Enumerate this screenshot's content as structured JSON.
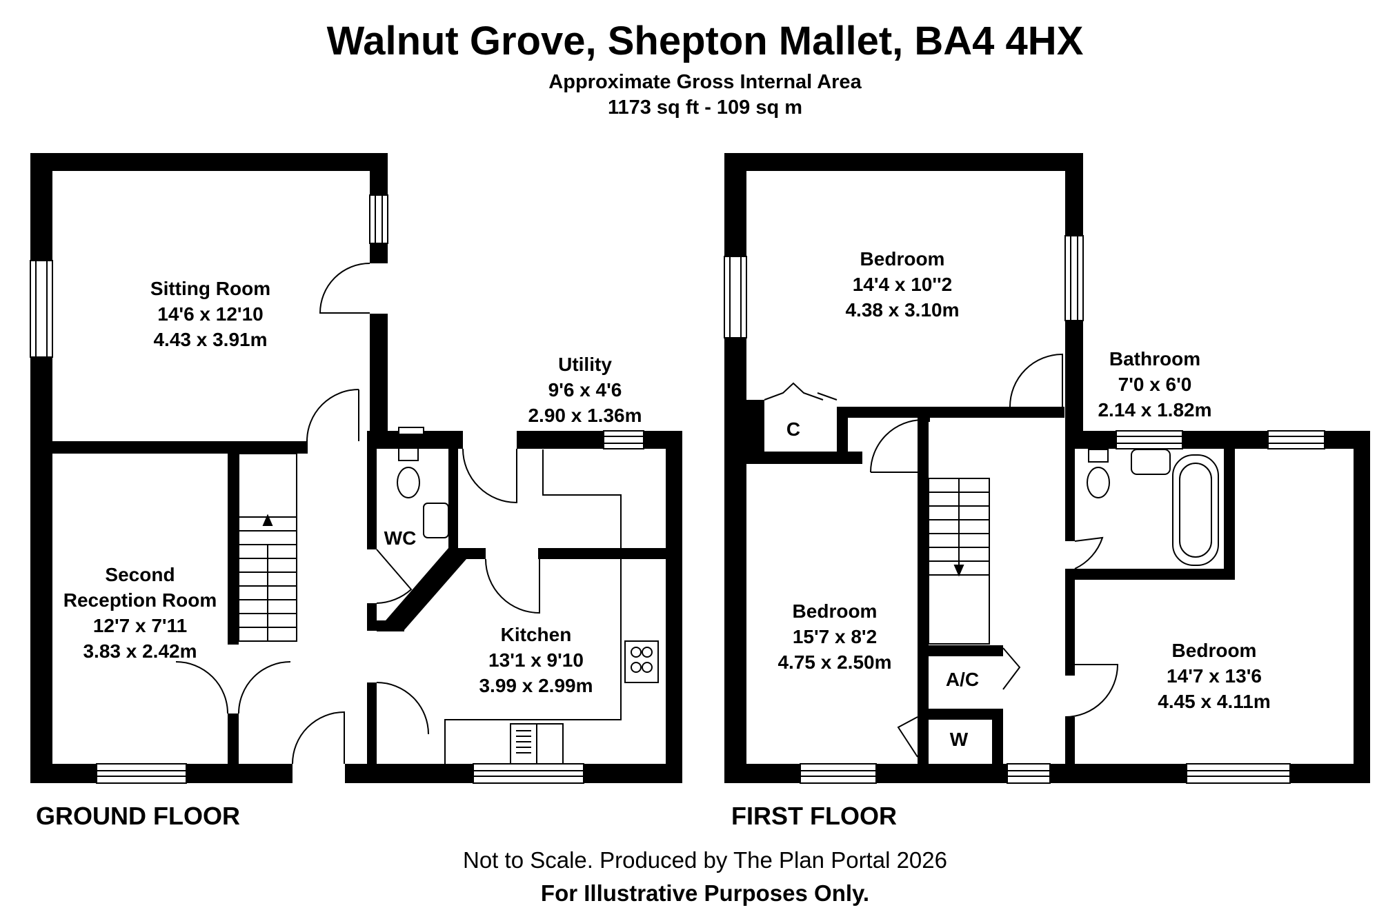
{
  "header": {
    "title": "Walnut Grove, Shepton Mallet, BA4 4HX",
    "area_caption": "Approximate Gross Internal Area",
    "area_value": "1173 sq ft - 109 sq m"
  },
  "floors": [
    {
      "label": "GROUND FLOOR",
      "rooms": [
        {
          "name": "Sitting Room",
          "imperial": "14'6 x 12'10",
          "metric": "4.43 x 3.91m"
        },
        {
          "name": "Utility",
          "imperial": "9'6 x 4'6",
          "metric": "2.90 x 1.36m"
        },
        {
          "name": "WC"
        },
        {
          "name_line1": "Second",
          "name_line2": "Reception Room",
          "imperial": "12'7 x 7'11",
          "metric": "3.83 x 2.42m"
        },
        {
          "name": "Kitchen",
          "imperial": "13'1 x 9'10",
          "metric": "3.99 x 2.99m"
        }
      ]
    },
    {
      "label": "FIRST FLOOR",
      "rooms": [
        {
          "name": "Bedroom",
          "imperial": "14'4 x 10''2",
          "metric": "4.38 x 3.10m"
        },
        {
          "name": "Bathroom",
          "imperial": "7'0 x 6'0",
          "metric": "2.14 x 1.82m"
        },
        {
          "name": "C"
        },
        {
          "name": "Bedroom",
          "imperial": "15'7 x 8'2",
          "metric": "4.75 x 2.50m"
        },
        {
          "name": "A/C"
        },
        {
          "name": "W"
        },
        {
          "name": "Bedroom",
          "imperial": "14'7 x 13'6",
          "metric": "4.45 x 4.11m"
        }
      ]
    }
  ],
  "footer": {
    "disclaimer": "Not to Scale. Produced by The Plan Portal 2026",
    "notice": "For Illustrative Purposes Only."
  }
}
